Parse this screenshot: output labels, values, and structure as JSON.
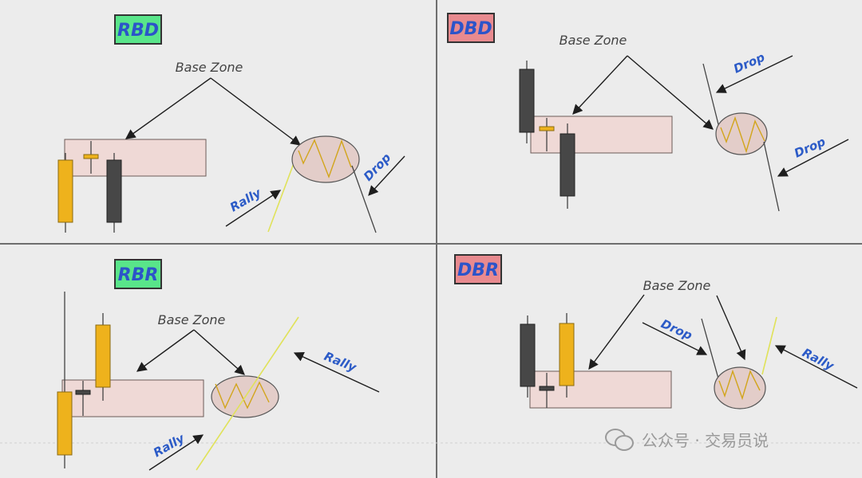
{
  "panels": {
    "rbd": {
      "tag": "RBD",
      "tag_color": "#59e58a",
      "base_zone": "Base Zone",
      "rally": "Rally",
      "drop": "Drop"
    },
    "dbd": {
      "tag": "DBD",
      "tag_color": "#e88a8f",
      "base_zone": "Base Zone",
      "drop_top": "Drop",
      "drop_bottom": "Drop"
    },
    "rbr": {
      "tag": "RBR",
      "tag_color": "#59e58a",
      "base_zone": "Base Zone",
      "rally_bottom": "Rally",
      "rally_right": "Rally"
    },
    "dbr": {
      "tag": "DBR",
      "tag_color": "#e88a8f",
      "base_zone": "Base Zone",
      "drop": "Drop",
      "rally": "Rally"
    }
  },
  "watermark": {
    "icon": "wechat-icon",
    "text": "公众号 · 交易员说"
  },
  "colors": {
    "bullish": "#eeb21c",
    "bearish": "#474747",
    "zone": "#efd9d6",
    "label_blue": "#2c5bc7"
  }
}
